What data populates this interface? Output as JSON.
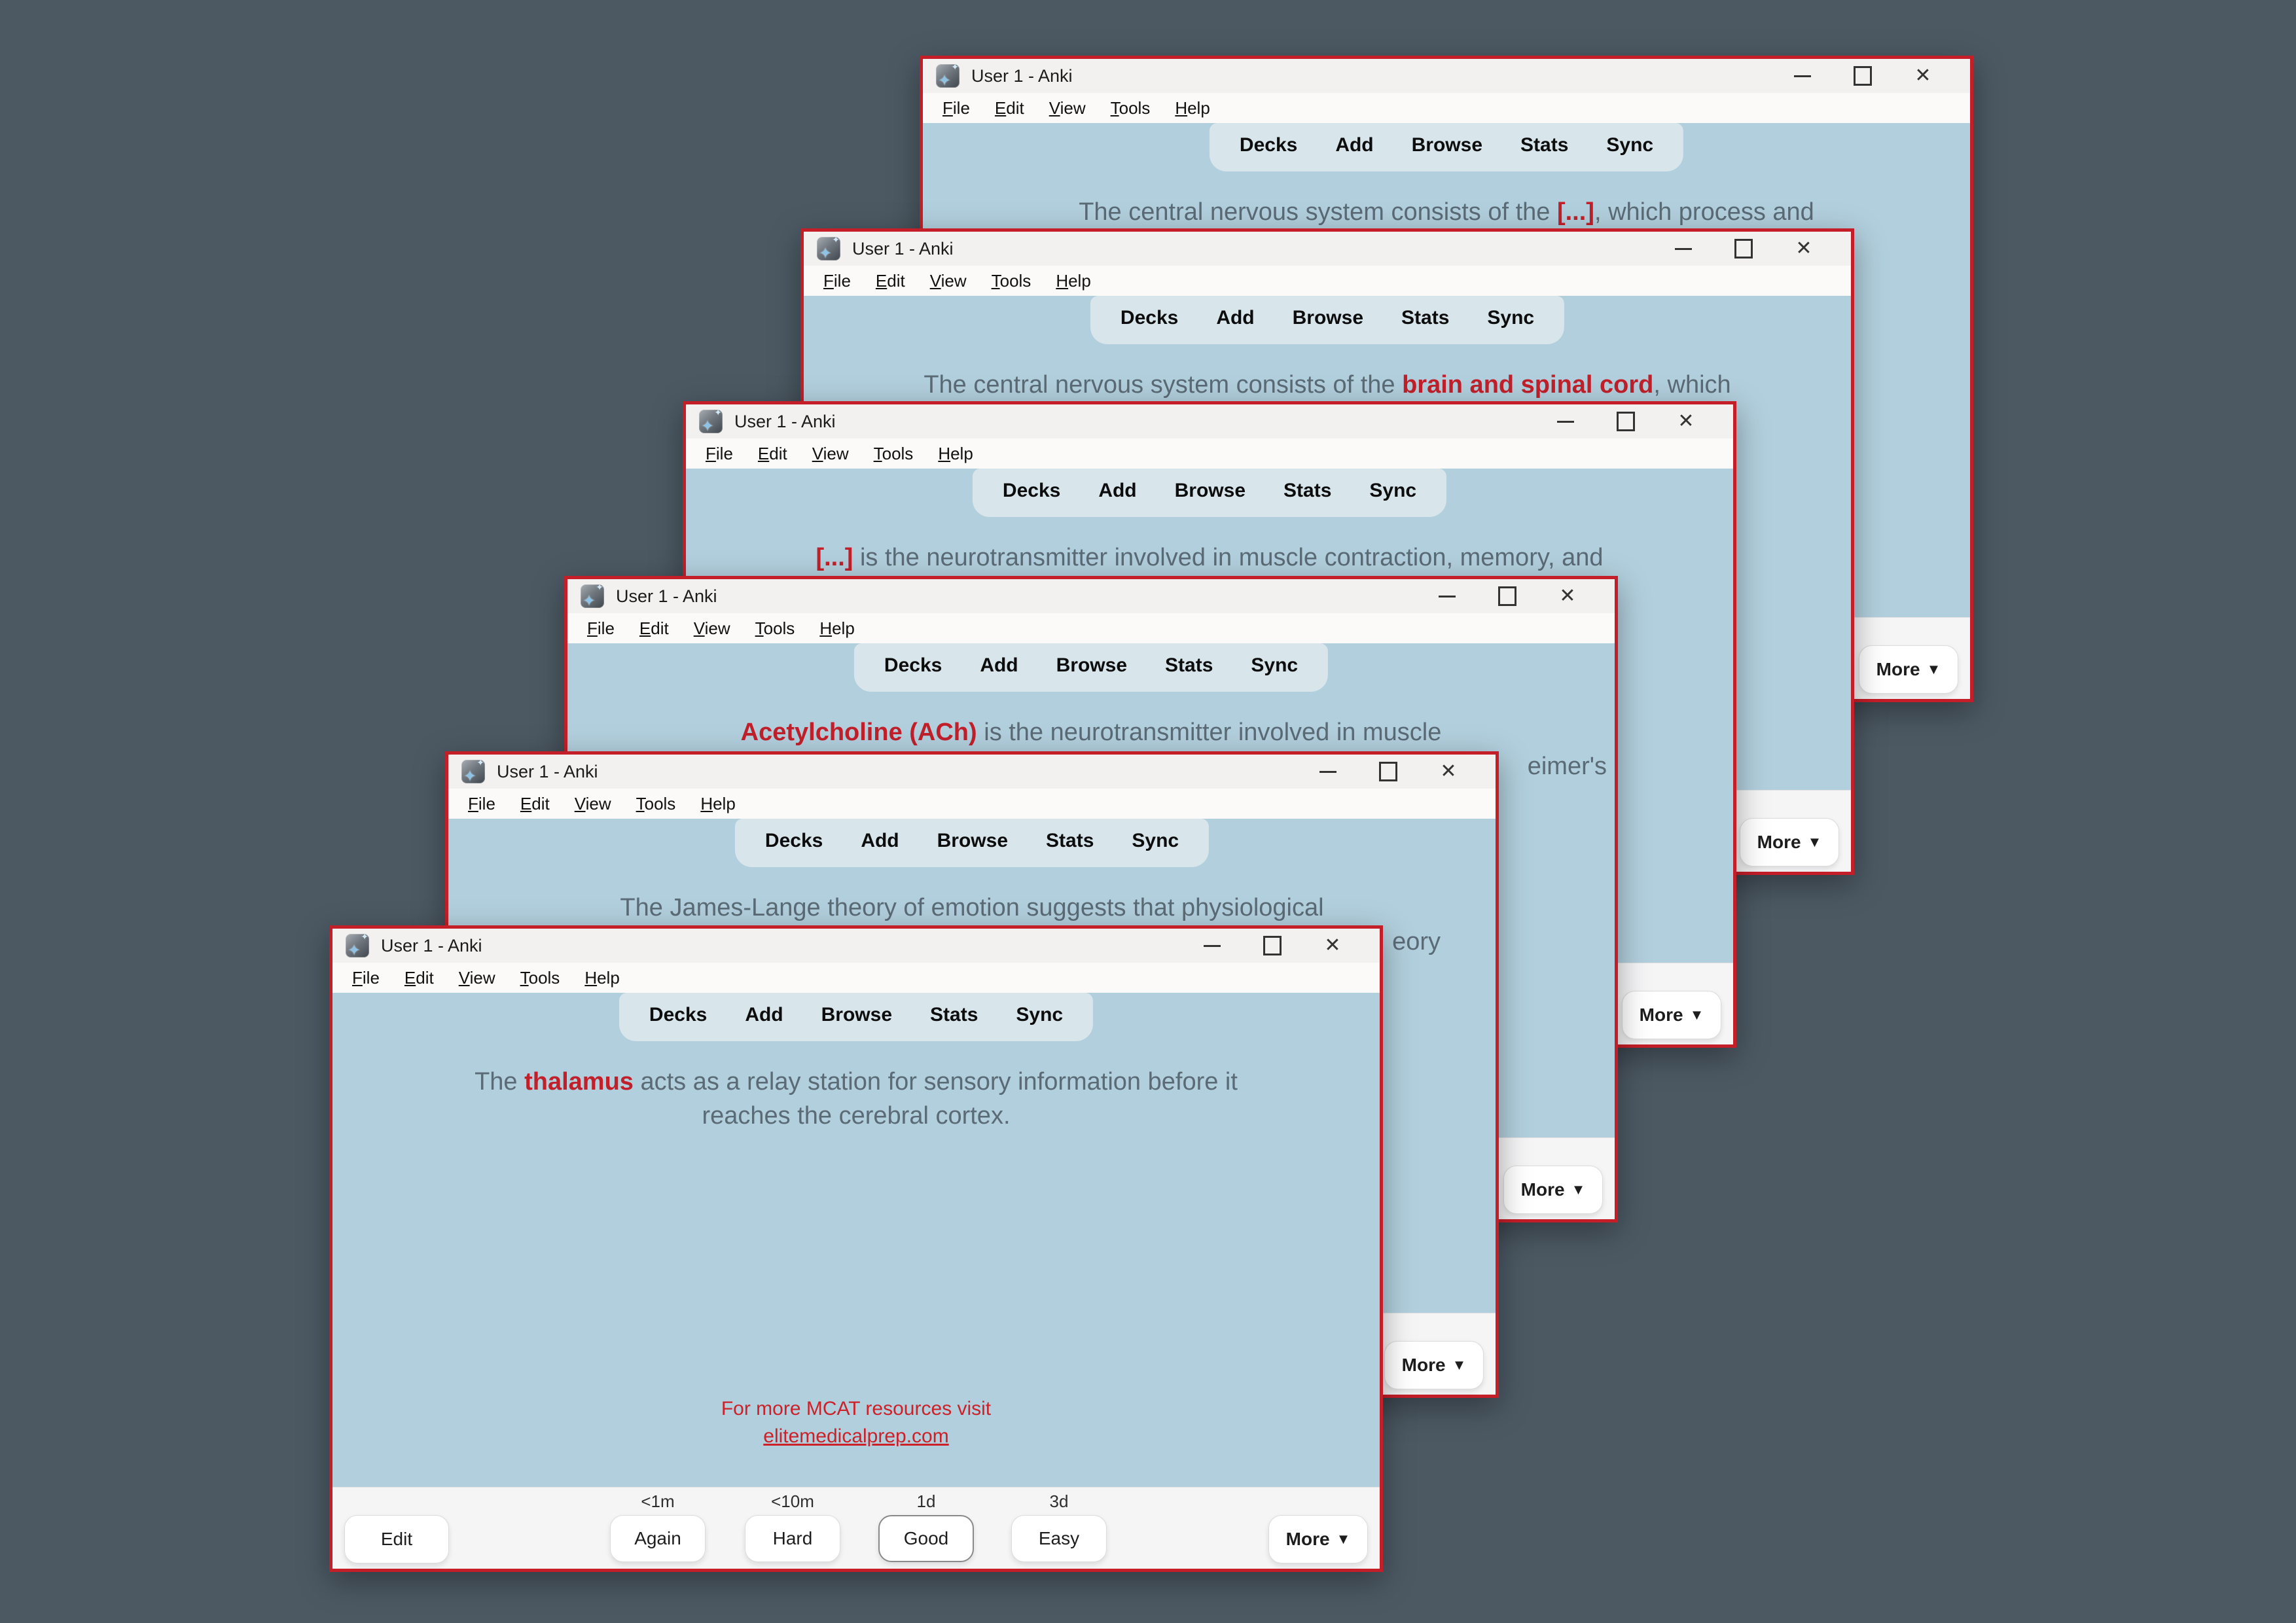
{
  "chrome": {
    "title": "User 1 - Anki",
    "menu": [
      "File",
      "Edit",
      "View",
      "Tools",
      "Help"
    ],
    "toolbar": [
      "Decks",
      "Add",
      "Browse",
      "Stats",
      "Sync"
    ],
    "more_label": "More",
    "icons": {
      "minimize": "minimize-bar",
      "maximize": "maximize-box",
      "close": "✕",
      "more_arrow": "▼",
      "anki_logo_star": "✦"
    }
  },
  "colors": {
    "desktop_bg": "#4c5963",
    "window_border": "#c41e28",
    "card_bg": "#b2cfdd",
    "toolbar_bg": "#d8e5eb",
    "card_text": "#5b6b76",
    "accent_red": "#c1202a",
    "bottom_bar": "#f5f5f6"
  },
  "windows": [
    {
      "card": {
        "pre": "The central nervous system consists of the ",
        "em": "[...]",
        "post": ", which process and",
        "line2": "",
        "frag2": ""
      }
    },
    {
      "card": {
        "pre": "The central nervous system consists of the ",
        "em": "brain and spinal cord",
        "post": ", which",
        "line2": "",
        "frag2": ""
      }
    },
    {
      "card": {
        "pre": "",
        "em": "[...]",
        "post": " is the neurotransmitter involved in muscle contraction, memory, and",
        "line2": "",
        "frag2": ""
      }
    },
    {
      "card": {
        "pre": "",
        "em": "Acetylcholine (ACh)",
        "post": " is the neurotransmitter involved in muscle",
        "line2": "",
        "frag2": "eimer's"
      }
    },
    {
      "card": {
        "pre": "The James-Lange theory of emotion suggests that physiological",
        "em": "",
        "post": "",
        "line2": "",
        "frag2": "eory"
      }
    },
    {
      "card": {
        "pre": "The ",
        "em": "thalamus",
        "post": " acts as a relay station for sensory information before it",
        "line2": "reaches the cerebral cortex.",
        "frag2": ""
      }
    }
  ],
  "reviewer": {
    "edit_label": "Edit",
    "answers": [
      {
        "interval": "<1m",
        "label": "Again"
      },
      {
        "interval": "<10m",
        "label": "Hard"
      },
      {
        "interval": "1d",
        "label": "Good"
      },
      {
        "interval": "3d",
        "label": "Easy"
      }
    ],
    "footer_line1": "For more MCAT resources visit",
    "footer_link": "elitemedicalprep.com"
  }
}
